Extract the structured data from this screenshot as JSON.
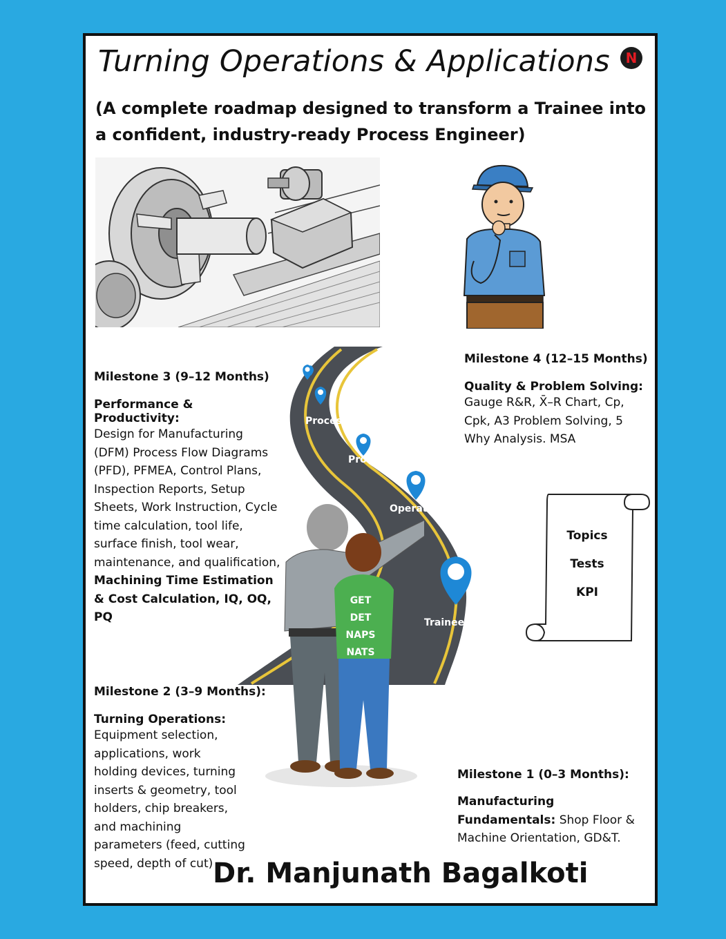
{
  "title": "Turning Operations & Applications",
  "subtitle": "(A complete roadmap designed to transform a Trainee into a confident, industry-ready Process Engineer)",
  "logo_letter": "N",
  "icons": [
    "brand-logo-icon",
    "lathe-machine-illustration",
    "thinking-worker-illustration",
    "location-pin-icon",
    "scroll-icon"
  ],
  "milestone3": {
    "heading": "Milestone 3 (9–12 Months)",
    "subheading": "Performance & Productivity:",
    "body": "Design for Manufacturing (DFM) Process Flow Diagrams (PFD), PFMEA, Control Plans, Inspection Reports, Setup Sheets, Work Instruction, Cycle time calculation, tool life, surface finish, tool wear, maintenance, and qualification, ",
    "body_bold": "Machining Time Estimation & Cost Calculation, IQ, OQ, PQ"
  },
  "milestone4": {
    "heading": "Milestone 4 (12–15 Months)",
    "subheading": "Quality & Problem Solving:",
    "body": "Gauge R&R, X̄–R Chart, Cp, Cpk, A3 Problem Solving, 5 Why Analysis. MSA"
  },
  "milestone2": {
    "heading": "Milestone 2 (3–9 Months):",
    "subheading": "Turning Operations:",
    "body": "Equipment selection, applications, work holding devices, turning inserts & geometry, tool holders, chip breakers, and machining parameters (feed, cutting speed, depth of cut)."
  },
  "milestone1": {
    "heading": "Milestone 1 (0–3 Months):",
    "subheading": "Manufacturing Fundamentals:",
    "body": " Shop Floor & Machine Orientation, GD&T."
  },
  "road_labels": {
    "process_lead": "Process Lead",
    "process_engineer": "Process Engineer",
    "operator": "Operator",
    "trainee": "Trainee"
  },
  "shirt_text": [
    "GET",
    "DET",
    "NAPS",
    "NATS"
  ],
  "scroll_items": [
    "Topics",
    "Tests",
    "KPI"
  ],
  "author": "Dr. Manjunath Bagalkoti",
  "colors": {
    "background": "#29a9e1",
    "road": "#4a4e54",
    "road_line": "#e8c53a",
    "pin": "#1e88d6",
    "shirt": "#4caf50"
  }
}
